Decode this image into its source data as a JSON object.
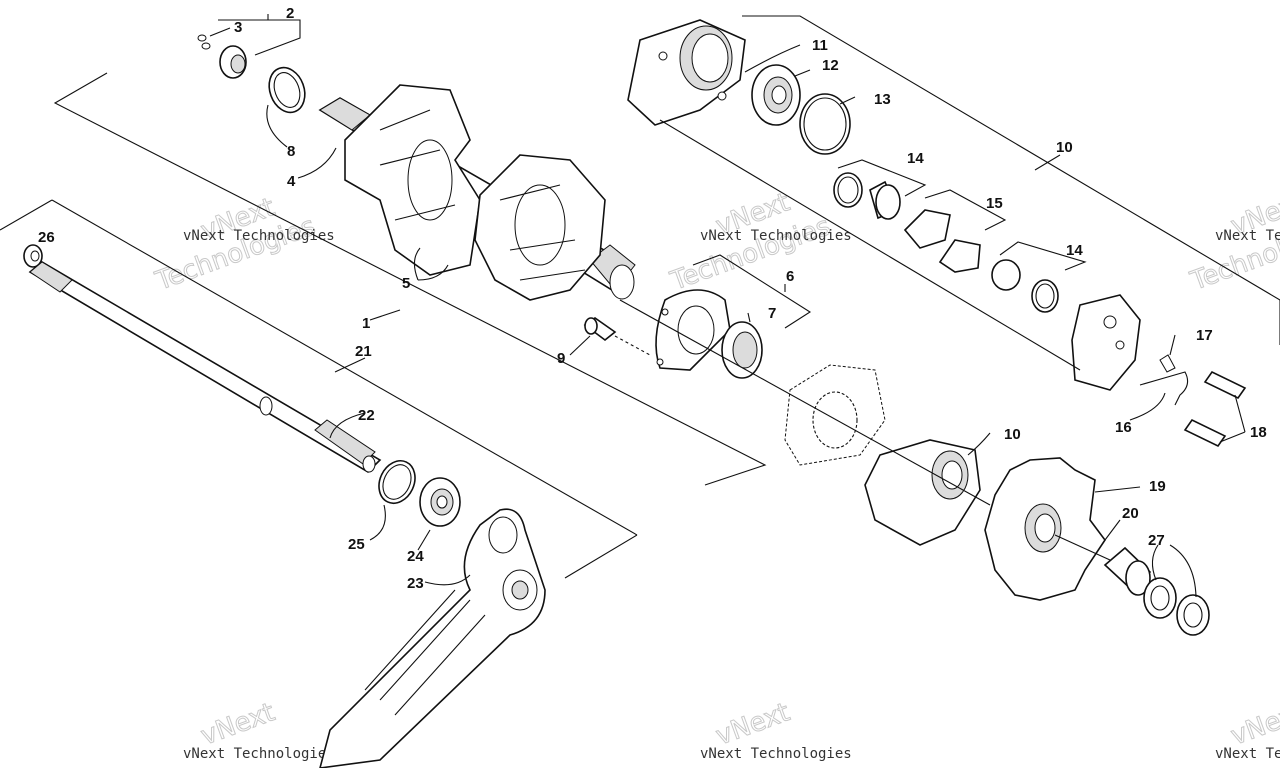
{
  "callouts": {
    "c1": "1",
    "c2": "2",
    "c3": "3",
    "c4": "4",
    "c5": "5",
    "c6": "6",
    "c7": "7",
    "c8": "8",
    "c9": "9",
    "c10a": "10",
    "c10b": "10",
    "c11": "11",
    "c12": "12",
    "c13": "13",
    "c14a": "14",
    "c14b": "14",
    "c15": "15",
    "c16": "16",
    "c17": "17",
    "c18": "18",
    "c19": "19",
    "c20": "20",
    "c21": "21",
    "c22": "22",
    "c23": "23",
    "c24": "24",
    "c25": "25",
    "c26": "26",
    "c27": "27"
  },
  "watermark": {
    "small": "vNext Technologies",
    "big_top": "vNext",
    "big_bottom": "Technologies"
  }
}
